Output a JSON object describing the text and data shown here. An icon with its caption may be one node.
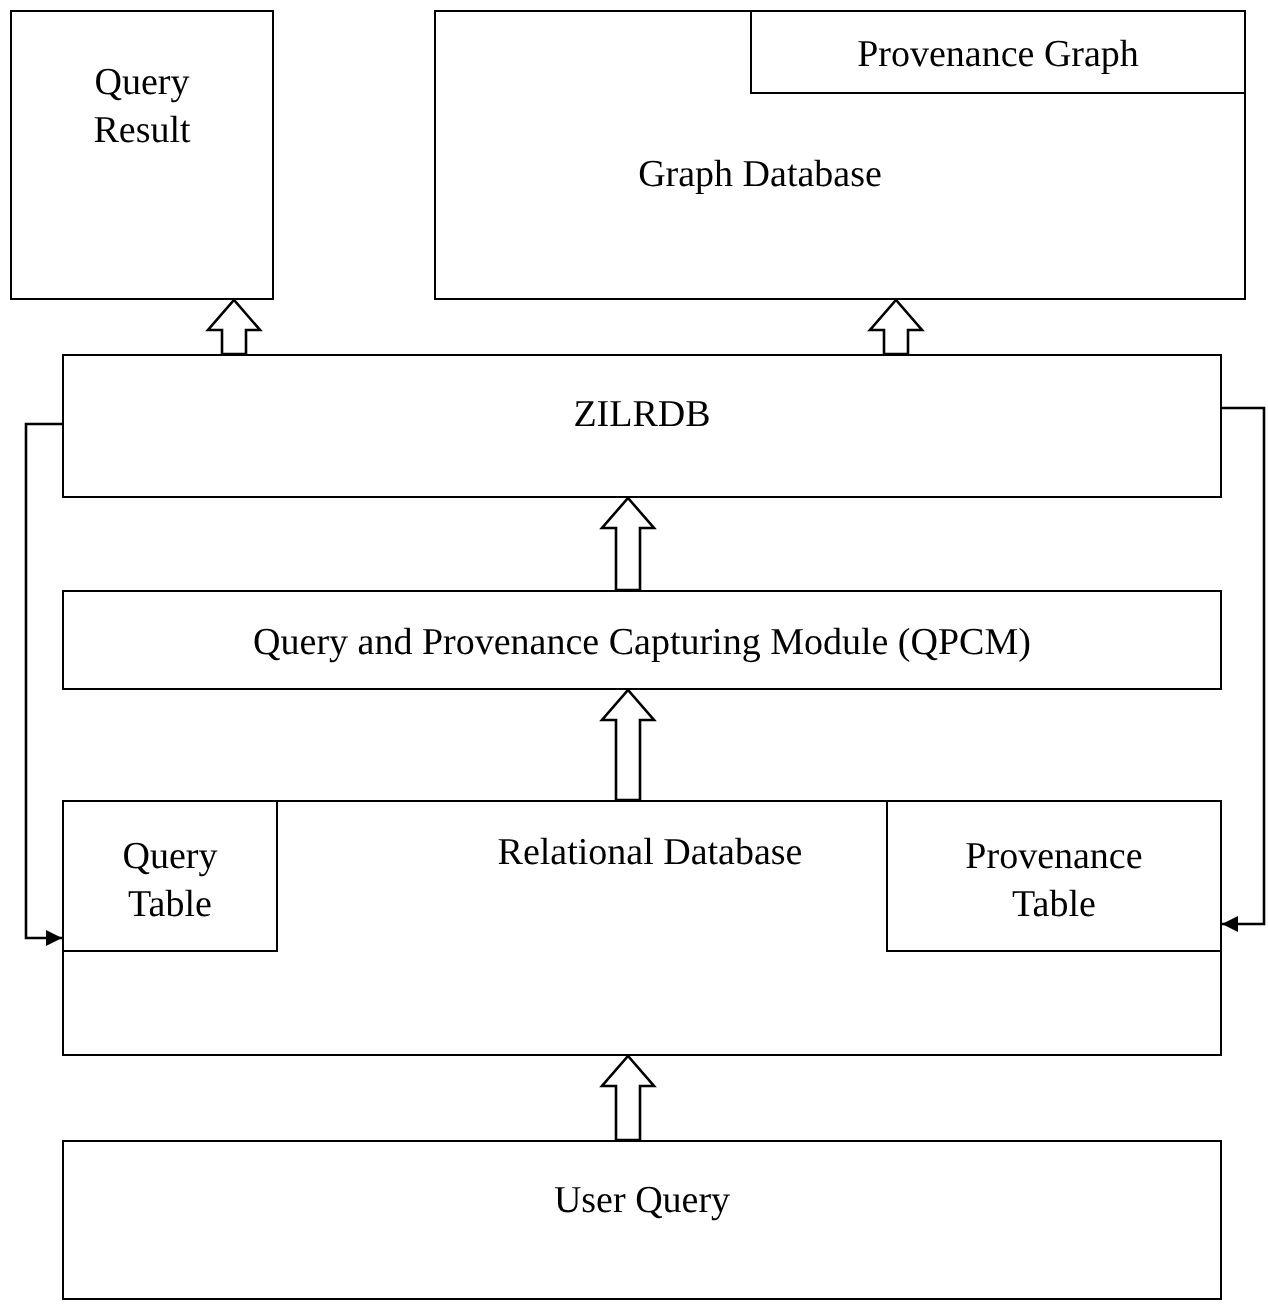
{
  "diagram": {
    "nodes": [
      {
        "text": [
          "Query Result"
        ]
      },
      {
        "text": [
          "Graph Database"
        ]
      },
      {
        "text": [
          "Provenance Graph"
        ],
        "in": 1
      },
      {
        "text": [
          "ZILRDB"
        ]
      },
      {
        "text": [
          "Query and Provenance Capturing Module (QPCM)"
        ]
      },
      {
        "text": [
          "Relational Database"
        ]
      },
      {
        "text": [
          "Query Table"
        ],
        "in": 5
      },
      {
        "text": [
          "Provenance Table"
        ],
        "in": 5
      },
      {
        "text": [
          "User Query"
        ]
      }
    ],
    "edges": [
      {
        "from": 3,
        "to": 0,
        "arrow": "to",
        "style": "thick"
      },
      {
        "from": 3,
        "to": 1,
        "arrow": "to",
        "style": "thick"
      },
      {
        "from": 4,
        "to": 3,
        "arrow": "to",
        "style": "thick"
      },
      {
        "from": 5,
        "to": 4,
        "arrow": "to",
        "style": "thick"
      },
      {
        "from": 8,
        "to": 5,
        "arrow": "to",
        "style": "thick"
      },
      {
        "from": 3,
        "to": 5,
        "arrow": "to"
      },
      {
        "from": 3,
        "to": 5,
        "arrow": "to"
      }
    ]
  }
}
